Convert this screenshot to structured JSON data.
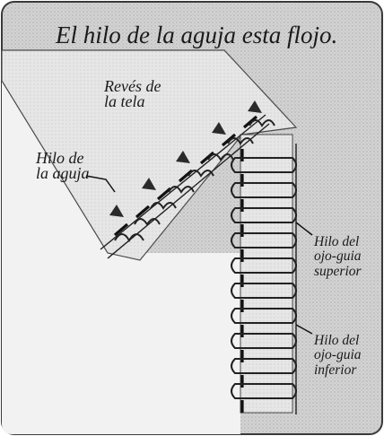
{
  "title": "El hilo de la aguja esta flojo.",
  "labels": {
    "reves": "Revés de\nla tela",
    "aguja": "Hilo de\nla aguja",
    "superior": "Hilo del\nojo-guia\nsuperior",
    "inferior": "Hilo del\nojo-guia\ninferior"
  },
  "colors": {
    "fabric": "#d3d3d3",
    "background": "#ffffff",
    "thread": "#2a2a2a",
    "needle_thread": "#111111"
  }
}
